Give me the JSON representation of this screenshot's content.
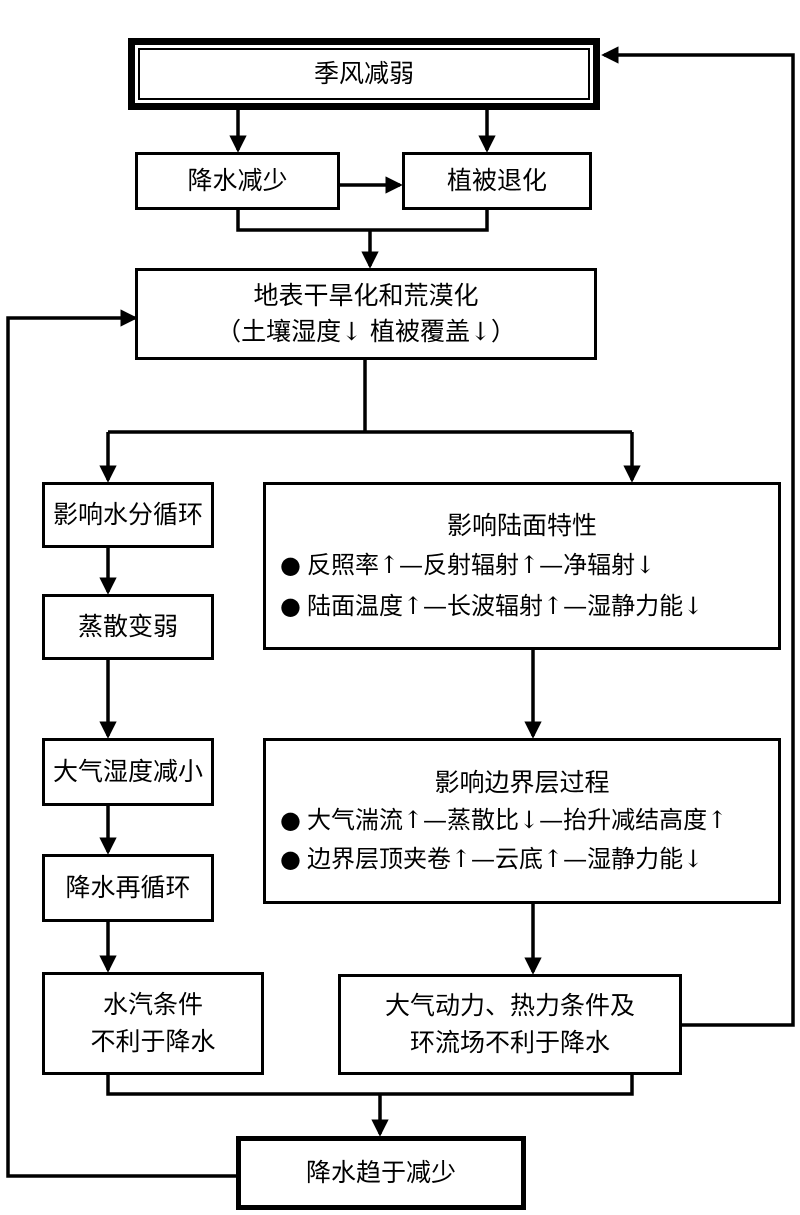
{
  "nodes": {
    "monsoon": "季风减弱",
    "precip_decrease": "降水减少",
    "veg_degrade": "植被退化",
    "surface_line1": "地表干旱化和荒漠化",
    "surface_line2": "（土壤湿度↓ 植被覆盖↓）",
    "water_cycle": "影响水分循环",
    "evap_weaken": "蒸散变弱",
    "humidity_decrease": "大气湿度减小",
    "precip_recycle": "降水再循环",
    "vapor_line1": "水汽条件",
    "vapor_line2": "不利于降水",
    "land_title": "影响陆面特性",
    "land_b1": "反照率↑—反射辐射↑—净辐射↓",
    "land_b2": "陆面温度↑—长波辐射↑—湿静力能↓",
    "bl_title": "影响边界层过程",
    "bl_b1": "大气湍流↑—蒸散比↓—抬升减结高度↑",
    "bl_b2": "边界层顶夹卷↑—云底↑—湿静力能↓",
    "dyn_line1": "大气动力、热力条件及",
    "dyn_line2": "环流场不利于降水",
    "final": "降水趋于减少"
  },
  "bullet_symbol": "●"
}
